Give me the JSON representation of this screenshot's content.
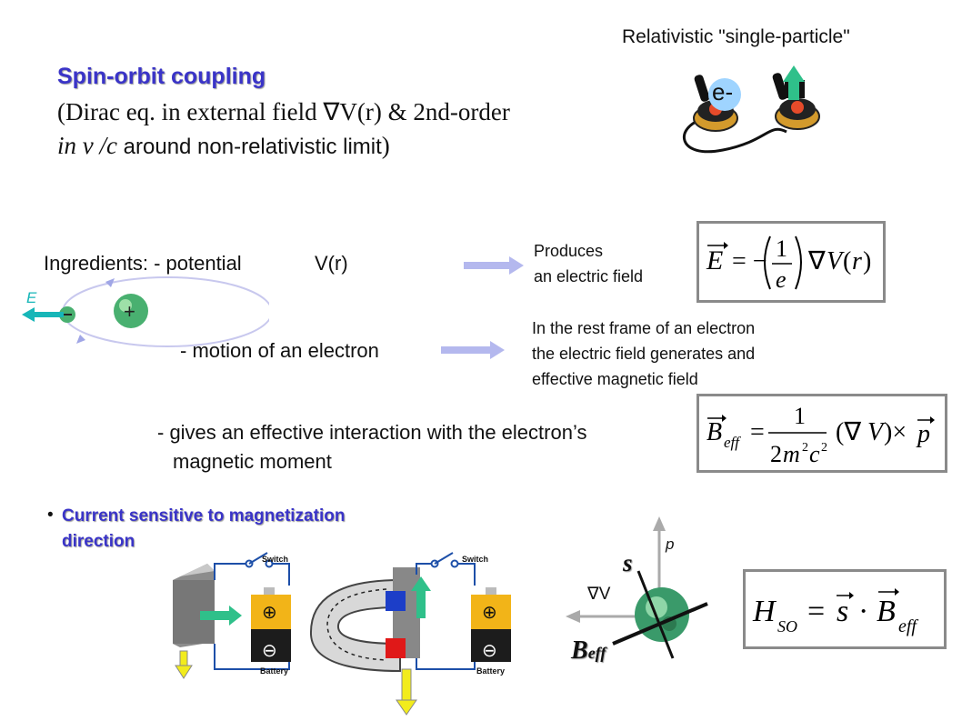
{
  "header": {
    "title": "Spin-orbit coupling",
    "subtitle_line1": "(Dirac eq. in external field ∇V(r) & 2nd-order",
    "subtitle_line2_a": "in v /c",
    "subtitle_line2_b": " around non-relativistic limit",
    "subtitle_line2_c": ")",
    "relativistic_caption": "Relativistic \"single-particle\"",
    "electron_label": "e-"
  },
  "ingredients": {
    "lead": "Ingredients: - potential",
    "potential_symbol": "V(r)",
    "field_label": "E",
    "produces_line1": "Produces",
    "produces_line2": "an electric field",
    "motion": "-  motion of an electron",
    "rest_line1": "In the rest frame of an electron",
    "rest_line2": "the electric field generates and",
    "rest_line3": "effective magnetic field",
    "gives_line1": "- gives an effective interaction with the electron’s",
    "gives_line2": "magnetic moment"
  },
  "equations": {
    "e_field": "E = -(1/e) ∇V(r)",
    "b_eff": "B_eff = 1/(2m²c²) (∇V) × p",
    "h_so": "H_SO = s · B_eff"
  },
  "bottom": {
    "bullet_line1": "Current sensitive to magnetization",
    "bullet_line2": "direction",
    "switch_label": "Switch",
    "battery_label": "Battery",
    "plus_symbol": "⊕",
    "minus_symbol": "⊖",
    "vec_p": "p",
    "vec_s": "s",
    "vec_gradv": "∇V",
    "vec_beff": "B",
    "vec_beff_sub": "eff"
  },
  "colors": {
    "title_blue": "#3a34c8",
    "arrow_lavender": "#b4b8ee",
    "green_arrow": "#2fc08a",
    "yellow_arrow": "#f2ec1c",
    "box_border": "#8a8a8a",
    "cyan_e": "#17b6b8"
  }
}
